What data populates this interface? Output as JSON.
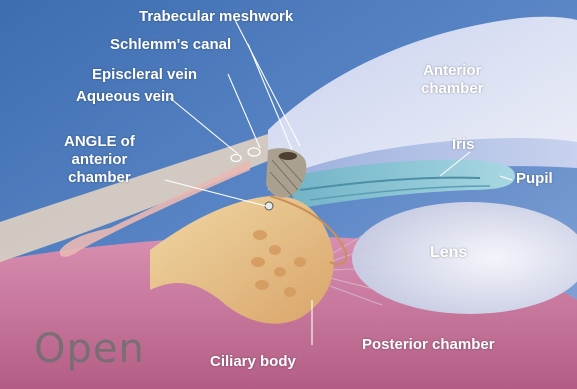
{
  "labels": {
    "trabecular_meshwork": "Trabecular meshwork",
    "schlemms_canal": "Schlemm's canal",
    "episcleral_vein": "Episcleral vein",
    "aqueous_vein": "Aqueous vein",
    "angle_line1": "ANGLE of",
    "angle_line2": "anterior",
    "angle_line3": "chamber",
    "anterior_chamber_line1": "Anterior",
    "anterior_chamber_line2": "chamber",
    "iris": "Iris",
    "pupil": "Pupil",
    "lens": "Lens",
    "ciliary_body": "Ciliary body",
    "posterior_chamber": "Posterior chamber"
  },
  "caption": "Open",
  "colors": {
    "background_blue": "#4a78b8",
    "cornea": "#dcdff0",
    "iris": "#8ec7d6",
    "ciliary": "#e9c98d",
    "posterior": "#c9789a",
    "lens": "#e6e8f2",
    "label": "#ffffff"
  }
}
